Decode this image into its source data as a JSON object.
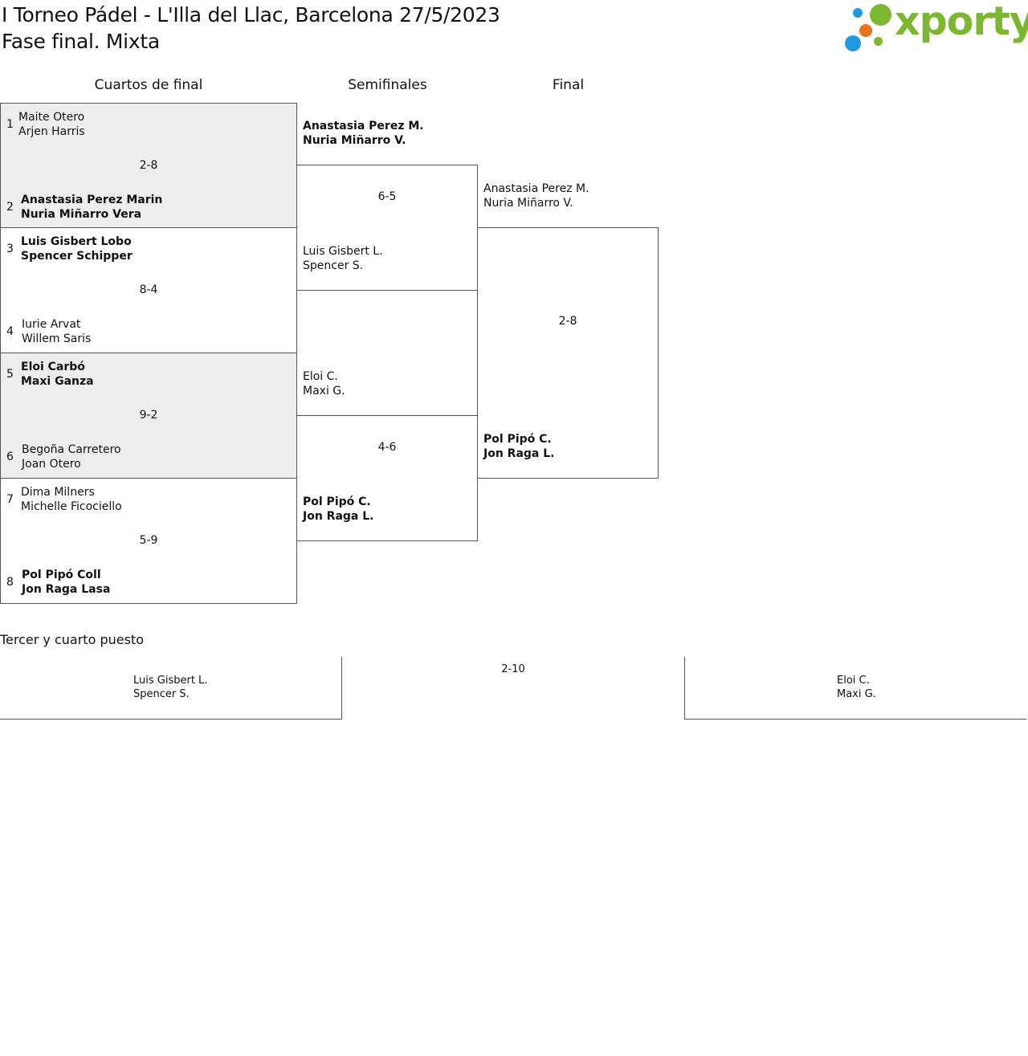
{
  "header": {
    "title_line1": "I Torneo Pádel - L'Illa del Llac, Barcelona 27/5/2023",
    "title_line2": "Fase final. Mixta",
    "logo_text": "xporty",
    "logo_colors": {
      "green": "#7cb82f",
      "blue": "#1e9be0",
      "orange": "#e8731c"
    }
  },
  "columns": {
    "quarterfinals": "Cuartos de final",
    "semifinals": "Semifinales",
    "final": "Final"
  },
  "quarterfinals": [
    {
      "score": "2-8",
      "top": {
        "seed": "1",
        "p1": "Maite Otero",
        "p2": "Arjen Harris",
        "winner": false
      },
      "bottom": {
        "seed": "2",
        "p1": "Anastasia Perez Marin",
        "p2": "Nuria Miñarro Vera",
        "winner": true
      }
    },
    {
      "score": "8-4",
      "top": {
        "seed": "3",
        "p1": "Luis Gisbert Lobo",
        "p2": "Spencer Schipper",
        "winner": true
      },
      "bottom": {
        "seed": "4",
        "p1": "Iurie Arvat",
        "p2": "Willem Saris",
        "winner": false
      }
    },
    {
      "score": "9-2",
      "top": {
        "seed": "5",
        "p1": "Eloi Carbó",
        "p2": "Maxi Ganza",
        "winner": true
      },
      "bottom": {
        "seed": "6",
        "p1": "Begoña Carretero",
        "p2": "Joan Otero",
        "winner": false
      }
    },
    {
      "score": "5-9",
      "top": {
        "seed": "7",
        "p1": "Dima Milners",
        "p2": "Michelle Ficociello",
        "winner": false
      },
      "bottom": {
        "seed": "8",
        "p1": "Pol Pipó Coll",
        "p2": "Jon Raga Lasa",
        "winner": true
      }
    }
  ],
  "semifinals": [
    {
      "score": "6-5",
      "top": {
        "p1": "Anastasia Perez M.",
        "p2": "Nuria Miñarro V.",
        "winner": true
      },
      "bottom": {
        "p1": "Luis Gisbert L.",
        "p2": "Spencer S.",
        "winner": false
      }
    },
    {
      "score": "4-6",
      "top": {
        "p1": "Eloi C.",
        "p2": "Maxi G.",
        "winner": false
      },
      "bottom": {
        "p1": "Pol Pipó C.",
        "p2": "Jon Raga L.",
        "winner": true
      }
    }
  ],
  "final": {
    "score": "2-8",
    "top": {
      "p1": "Anastasia Perez M.",
      "p2": "Nuria Miñarro V.",
      "winner": false
    },
    "bottom": {
      "p1": "Pol Pipó C.",
      "p2": "Jon Raga L.",
      "winner": true
    }
  },
  "third_place": {
    "title": "Tercer y cuarto puesto",
    "score": "2-10",
    "left": {
      "p1": "Luis Gisbert L.",
      "p2": "Spencer S."
    },
    "right": {
      "p1": "Eloi C.",
      "p2": "Maxi G."
    }
  }
}
